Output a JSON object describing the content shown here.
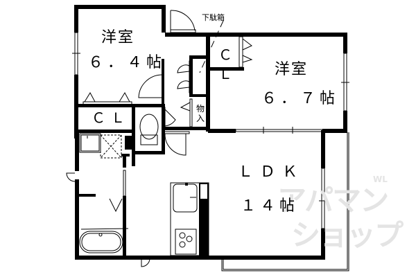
{
  "floorplan": {
    "rooms": [
      {
        "id": "western-room-1",
        "name": "洋室",
        "size": "6.4帖"
      },
      {
        "id": "western-room-2",
        "name": "洋室",
        "size": "6.7帖"
      },
      {
        "id": "ldk",
        "name": "LDK",
        "size": "14帖"
      }
    ],
    "labels": {
      "room1_name": "洋室",
      "room1_size": "６．４帖",
      "room2_name": "洋室",
      "room2_size": "６．７帖",
      "ldk_name": "ＬＤＫ",
      "ldk_size": "１４帖",
      "closet_1": "ＣＬ",
      "closet_2_c": "Ｃ",
      "closet_2_l": "Ｌ",
      "shoe_box": "下駄箱",
      "storage": "物入"
    },
    "watermark": {
      "line1": "アパマン",
      "line2": "ショップ",
      "superscript": "WL",
      "color": "#e4e4e4"
    },
    "colors": {
      "wall": "#000000",
      "background": "#ffffff"
    }
  }
}
